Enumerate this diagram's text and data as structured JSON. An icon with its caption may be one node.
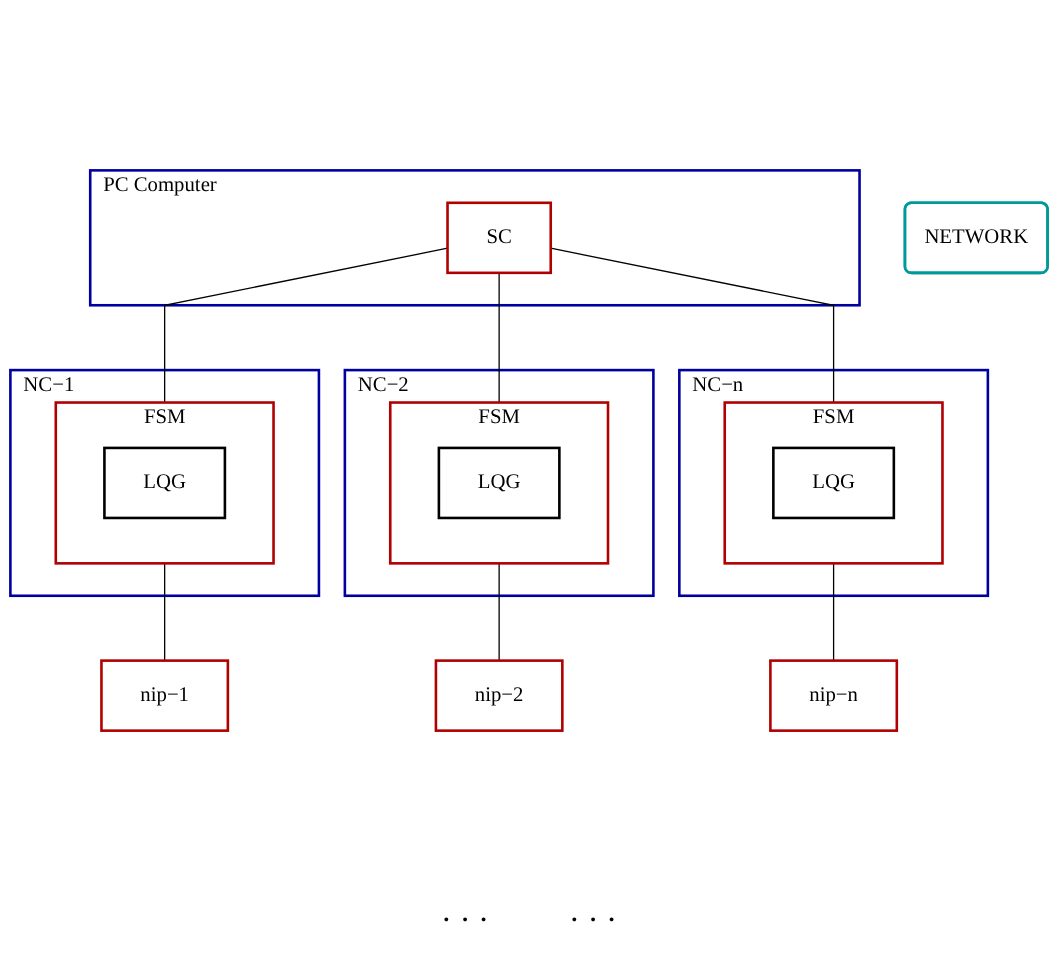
{
  "diagram": {
    "nodes": [
      {
        "text": [
          "PC Computer"
        ]
      },
      {
        "text": [
          "SC"
        ],
        "in": 0
      },
      {
        "text": [
          "NETWORK"
        ]
      },
      {
        "text": [
          "NC−1"
        ]
      },
      {
        "text": [
          "FSM"
        ],
        "in": 3
      },
      {
        "text": [
          "LQG"
        ],
        "in": 4
      },
      {
        "text": [
          "NC−2"
        ]
      },
      {
        "text": [
          "FSM"
        ],
        "in": 6
      },
      {
        "text": [
          "LQG"
        ],
        "in": 7
      },
      {
        "text": [
          "NC−n"
        ]
      },
      {
        "text": [
          "FSM"
        ],
        "in": 9
      },
      {
        "text": [
          "LQG"
        ],
        "in": 10
      },
      {
        "text": [
          "nip−1"
        ]
      },
      {
        "text": [
          "nip−2"
        ]
      },
      {
        "text": [
          "nip−n"
        ]
      }
    ],
    "edges": [
      {
        "from": 1,
        "to": 4,
        "arrow": "none"
      },
      {
        "from": 1,
        "to": 7,
        "arrow": "none"
      },
      {
        "from": 1,
        "to": 10,
        "arrow": "none"
      },
      {
        "from": 4,
        "to": 12,
        "arrow": "none"
      },
      {
        "from": 7,
        "to": 13,
        "arrow": "none"
      },
      {
        "from": 10,
        "to": 14,
        "arrow": "none"
      }
    ],
    "labels": [
      "· · ·",
      "· · ·"
    ]
  }
}
